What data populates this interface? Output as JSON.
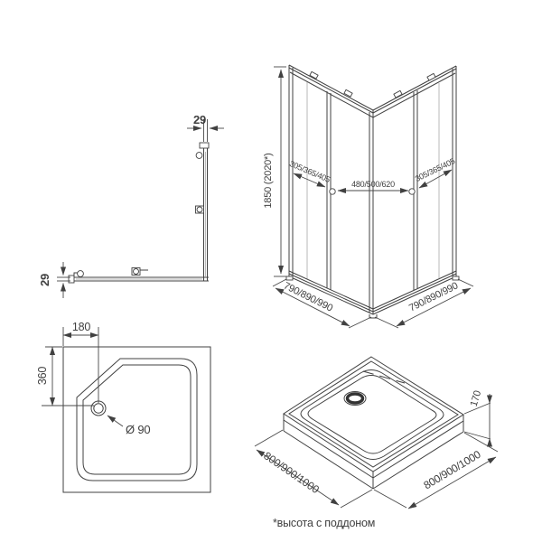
{
  "colors": {
    "line": "#414141",
    "text": "#3f3f3f",
    "background": "#ffffff"
  },
  "views": {
    "profile_section": {
      "profile_width_top": "29",
      "profile_width_side": "29"
    },
    "enclosure_3d": {
      "height": "1850 (2020*)",
      "left_panel_width": "305/365/405",
      "door_opening_width": "480/500/620",
      "right_panel_width": "305/365/405",
      "left_base_width": "790/890/990",
      "right_base_width": "790/890/990"
    },
    "tray_top": {
      "drain_offset_x": "180",
      "drain_offset_y": "360",
      "drain_diameter": "Ø 90"
    },
    "tray_3d": {
      "height": "170",
      "left_width": "800/900/1000",
      "right_width": "800/900/1000"
    }
  },
  "footnote": "*высота с поддоном"
}
